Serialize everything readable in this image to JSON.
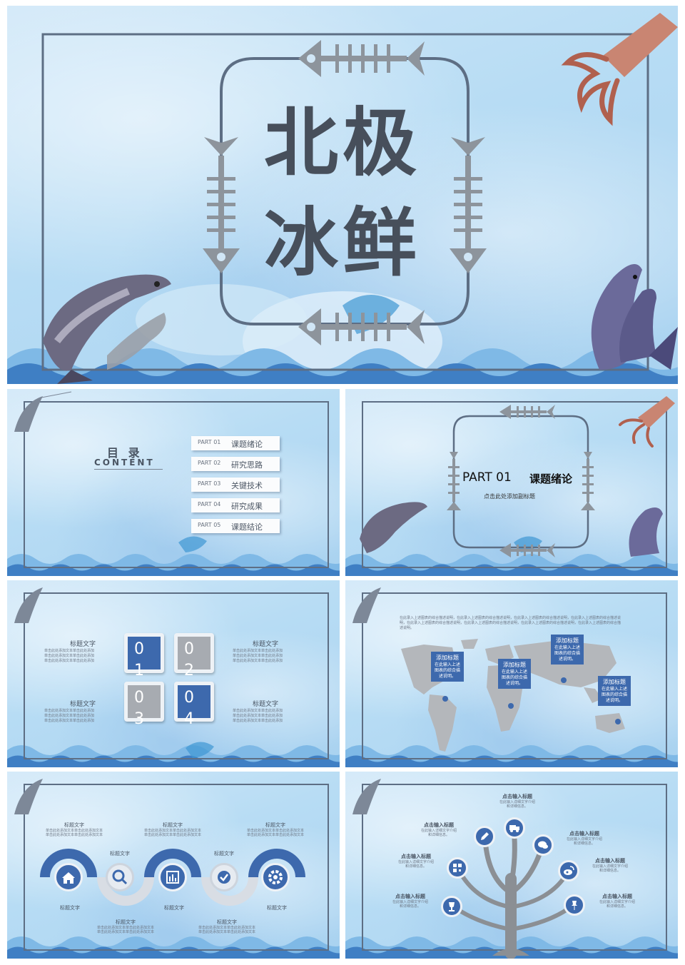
{
  "cover": {
    "title_line1": "北极",
    "title_line2": "冰鲜"
  },
  "toc": {
    "heading": "目 录",
    "heading_en": "CONTENT",
    "items": [
      {
        "part": "PART 01",
        "title": "课题绪论"
      },
      {
        "part": "PART 02",
        "title": "研究思路"
      },
      {
        "part": "PART 03",
        "title": "关键技术"
      },
      {
        "part": "PART 04",
        "title": "研究成果"
      },
      {
        "part": "PART 05",
        "title": "课题结论"
      }
    ]
  },
  "section": {
    "part": "PART 01",
    "title": "课题绪论",
    "subtitle": "点击此处添加副标题"
  },
  "grid_slide": {
    "labels": [
      {
        "title": "标题文字",
        "text": "单击此处添加文本单击此处添加\n单击此处添加文本单击此处添加\n单击此处添加文本单击此处添加"
      },
      {
        "title": "标题文字",
        "text": "单击此处添加文本单击此处添加\n单击此处添加文本单击此处添加\n单击此处添加文本单击此处添加"
      },
      {
        "title": "标题文字",
        "text": "单击此处添加文本单击此处添加\n单击此处添加文本单击此处添加\n单击此处添加文本单击此处添加"
      },
      {
        "title": "标题文字",
        "text": "单击此处添加文本单击此处添加\n单击此处添加文本单击此处添加\n单击此处添加文本单击此处添加"
      }
    ],
    "tiles": [
      "0\n1",
      "0\n2",
      "0\n3",
      "0\n4"
    ]
  },
  "map_slide": {
    "intro": "在此录入上述图表的综合描述说明，在此录入上述图表的综合描述说明，在此录入上述图表的综合描述说明，在此录入上述图表的综合描述说明，在此录入上述图表的综合描述说明，在此录入上述图表的综合描述说明，在此录入上述图表的综合描述说明，在此录入上述图表的综合描述说明。",
    "bubbles": [
      {
        "title": "添加标题",
        "text": "在此输入上述\n图表的综合描\n述说明。"
      },
      {
        "title": "添加标题",
        "text": "在此输入上述\n图表的综合描\n述说明。"
      },
      {
        "title": "添加标题",
        "text": "在此输入上述\n图表的综合描\n述说明。"
      },
      {
        "title": "添加标题",
        "text": "在此输入上述\n图表的综合描\n述说明。"
      }
    ]
  },
  "process_slide": {
    "top": [
      {
        "title": "标题文字",
        "text": "单击此处添加文本单击此处添加文本\n单击此处添加文本单击此处添加文本"
      },
      {
        "title": "标题文字",
        "text": "单击此处添加文本单击此处添加文本\n单击此处添加文本单击此处添加文本"
      },
      {
        "title": "标题文字",
        "text": "单击此处添加文本单击此处添加文本\n单击此处添加文本单击此处添加文本"
      }
    ],
    "mid": [
      "标题文字",
      "标题文字"
    ],
    "low": [
      "标题文字",
      "标题文字",
      "标题文字"
    ],
    "bottom": [
      {
        "title": "标题文字",
        "text": "单击此处添加文本单击此处添加文本\n单击此处添加文本单击此处添加文本"
      },
      {
        "title": "标题文字",
        "text": "单击此处添加文本单击此处添加文本\n单击此处添加文本单击此处添加文本"
      }
    ]
  },
  "tree_slide": {
    "nodes": [
      {
        "title": "点击输入标题",
        "text": "在此输入详细文字介绍\n和详细信息。"
      },
      {
        "title": "点击输入标题",
        "text": "在此输入详细文字介绍\n和详细信息。"
      },
      {
        "title": "点击输入标题",
        "text": "在此输入详细文字介绍\n和详细信息。"
      },
      {
        "title": "点击输入标题",
        "text": "在此输入详细文字介绍\n和详细信息。"
      },
      {
        "title": "点击输入标题",
        "text": "在此输入详细文字介绍\n和详细信息。"
      },
      {
        "title": "点击输入标题",
        "text": "在此输入详细文字介绍\n和详细信息。"
      },
      {
        "title": "点击输入标题",
        "text": "在此输入详细文字介绍\n和详细信息。"
      }
    ]
  },
  "colors": {
    "accent": "#3d69ad",
    "frame": "#5d6e84",
    "title": "#474f5b",
    "bone": "#8d949c"
  }
}
